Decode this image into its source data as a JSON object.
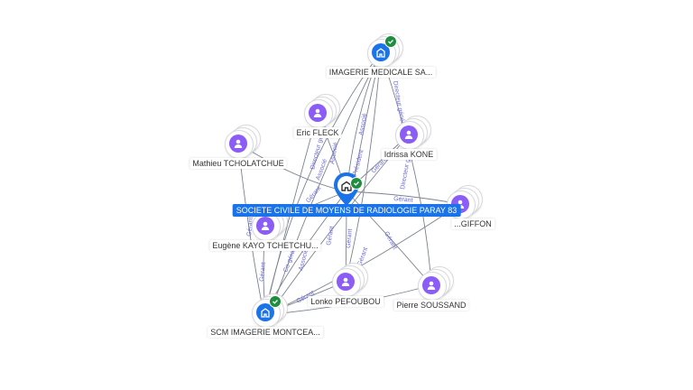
{
  "center": {
    "name": "SOCIETE CIVILE DE MOYENS DE RADIOLOGIE PARAY 83"
  },
  "nodes": {
    "imagerie_sa": {
      "label": "IMAGERIE MEDICALE SA...",
      "type": "company",
      "verified": true
    },
    "eric": {
      "label": "Eric FLECK",
      "type": "person"
    },
    "idrissa": {
      "label": "Idrissa KONE",
      "type": "person"
    },
    "mathieu": {
      "label": "Mathieu TCHOLATCHUE",
      "type": "person"
    },
    "eugene": {
      "label": "Eugène KAYO TCHETCHU...",
      "type": "person"
    },
    "giffon": {
      "label": "...GIFFON",
      "type": "person"
    },
    "lonko": {
      "label": "Lonko PEFOUBOU",
      "type": "person"
    },
    "pierre": {
      "label": "Pierre SOUSSAND",
      "type": "person"
    },
    "scm": {
      "label": "SCM IMAGERIE MONTCEA...",
      "type": "company",
      "verified": true
    }
  },
  "edge_labels": {
    "associe": "Associé",
    "gerant": "Gérant",
    "directeur_general": "Directeur général",
    "president": "Président",
    "co_gerant": "Co-gérant"
  },
  "colors": {
    "accent": "#1a73e8",
    "person": "#8b5cf6",
    "verified": "#1e8e3e",
    "edge": "#5a6473",
    "edge_label": "#6b6bd6"
  }
}
